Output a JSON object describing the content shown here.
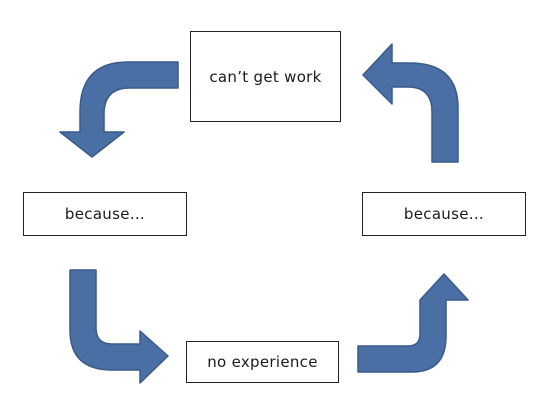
{
  "nodes": {
    "top": "can’t get work",
    "left": "because…",
    "right": "because…",
    "bottom": "no experience"
  },
  "colors": {
    "arrow_fill": "#4a6fa5",
    "arrow_stroke": "#3a5a8c",
    "box_border": "#222222",
    "text": "#1a1a1a"
  }
}
